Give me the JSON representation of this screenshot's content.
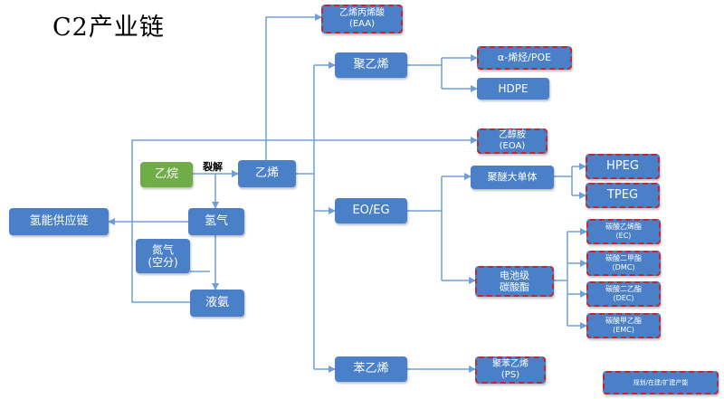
{
  "title": "C2产业链",
  "edge_label": "裂解",
  "legend": "规划/在建/扩建产能",
  "colors": {
    "node_fill": "#4a80c8",
    "start_fill": "#70ad47",
    "wire": "#6f9fd8",
    "dashed_border": "#c0282c"
  },
  "nodes": {
    "ethane": "乙烷",
    "ethylene": "乙烯",
    "hydrogen": "氢气",
    "hydrogen_supply": "氢能供应链",
    "nitrogen_l1": "氮气",
    "nitrogen_l2": "(空分)",
    "liquid_ammonia": "液氨",
    "eaa_l1": "乙烯丙烯酸",
    "eaa_l2": "(EAA)",
    "pe": "聚乙烯",
    "poe": "α-烯烃/POE",
    "hdpe": "HDPE",
    "eoa_l1": "乙醇胺",
    "eoa_l2": "(EOA)",
    "polyether": "聚醚大单体",
    "hpeg": "HPEG",
    "tpeg": "TPEG",
    "eoeg": "EO/EG",
    "battery_l1": "电池级",
    "battery_l2": "碳酸酯",
    "ec_l1": "碳酸乙烯酯",
    "ec_l2": "(EC)",
    "dmc_l1": "碳酸二甲酯",
    "dmc_l2": "(DMC)",
    "dec_l1": "碳酸二乙酯",
    "dec_l2": "(DEC)",
    "emc_l1": "碳酸甲乙酯",
    "emc_l2": "(EMC)",
    "styrene": "苯乙烯",
    "ps_l1": "聚苯乙烯",
    "ps_l2": "(PS)"
  }
}
